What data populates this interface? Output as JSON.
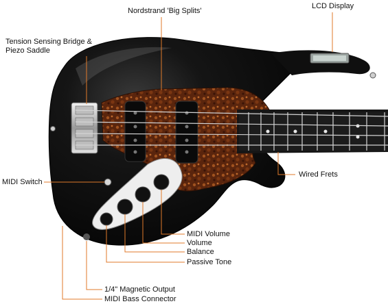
{
  "labels": {
    "nordstrand": "Nordstrand 'Big Splits'",
    "lcd": "LCD Display",
    "bridge": "Tension Sensing Bridge &\nPiezo Saddle",
    "wired_frets": "Wired Frets",
    "midi_switch": "MIDI Switch",
    "midi_volume": "MIDI Volume",
    "volume": "Volume",
    "balance": "Balance",
    "passive_tone": "Passive Tone",
    "magnetic_output": "1/4\" Magnetic Output",
    "midi_connector": "MIDI Bass Connector"
  },
  "colors": {
    "leader_line": "#e07a2a",
    "body": "#0c0c0c",
    "pickguard": "#6b2f12",
    "control_plate": "#f2f2f2",
    "fretboard": "#1a1a1a"
  }
}
